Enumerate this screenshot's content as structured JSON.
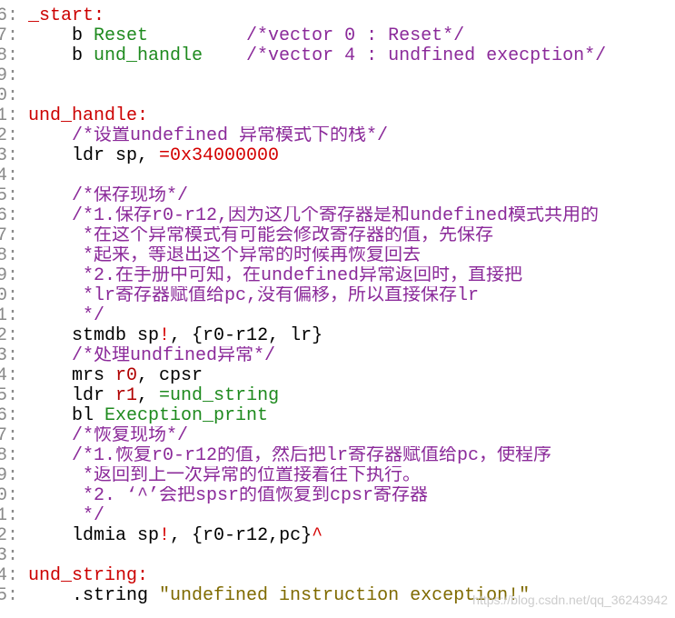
{
  "colors": {
    "plain": "#000000",
    "label": "#cc0000",
    "sym": "#1e8a1e",
    "cmt": "#8b2a9a",
    "num": "#d40000",
    "op": "#d40000",
    "reg": "#b00000",
    "str": "#7f6a00",
    "line_number": "#8a8a8a",
    "watermark": "#c4c4c4",
    "background": "#ffffff"
  },
  "editor": {
    "lines": [
      {
        "num": "6:",
        "tokens": [
          {
            "t": "_start:",
            "c": "label"
          }
        ]
      },
      {
        "num": "7:",
        "tokens": [
          {
            "t": "    b ",
            "c": "plain"
          },
          {
            "t": "Reset",
            "c": "sym"
          },
          {
            "t": "         /*vector 0 : Reset*/",
            "c": "cmt"
          }
        ]
      },
      {
        "num": "8:",
        "tokens": [
          {
            "t": "    b ",
            "c": "plain"
          },
          {
            "t": "und_handle",
            "c": "sym"
          },
          {
            "t": "    /*vector 4 : undfined execption*/",
            "c": "cmt"
          }
        ]
      },
      {
        "num": "9:",
        "tokens": []
      },
      {
        "num": "0:",
        "tokens": []
      },
      {
        "num": "1:",
        "tokens": [
          {
            "t": "und_handle:",
            "c": "label"
          }
        ]
      },
      {
        "num": "2:",
        "tokens": [
          {
            "t": "    /*设置undefined 异常模式下的栈*/",
            "c": "cmt"
          }
        ]
      },
      {
        "num": "3:",
        "tokens": [
          {
            "t": "    ldr sp, ",
            "c": "plain"
          },
          {
            "t": "=0x34000000",
            "c": "num"
          }
        ]
      },
      {
        "num": "4:",
        "tokens": []
      },
      {
        "num": "5:",
        "tokens": [
          {
            "t": "    /*保存现场*/",
            "c": "cmt"
          }
        ]
      },
      {
        "num": "6:",
        "tokens": [
          {
            "t": "    /*1.保存r0-r12,因为这几个寄存器是和undefined模式共用的",
            "c": "cmt"
          }
        ]
      },
      {
        "num": "7:",
        "tokens": [
          {
            "t": "     *在这个异常模式有可能会修改寄存器的值，先保存",
            "c": "cmt"
          }
        ]
      },
      {
        "num": "8:",
        "tokens": [
          {
            "t": "     *起来，等退出这个异常的时候再恢复回去",
            "c": "cmt"
          }
        ]
      },
      {
        "num": "9:",
        "tokens": [
          {
            "t": "     *2.在手册中可知，在undefined异常返回时，直接把",
            "c": "cmt"
          }
        ]
      },
      {
        "num": "0:",
        "tokens": [
          {
            "t": "     *lr寄存器赋值给pc,没有偏移，所以直接保存lr",
            "c": "cmt"
          }
        ]
      },
      {
        "num": "1:",
        "tokens": [
          {
            "t": "     */",
            "c": "cmt"
          }
        ]
      },
      {
        "num": "2:",
        "tokens": [
          {
            "t": "    stmdb sp",
            "c": "plain"
          },
          {
            "t": "!",
            "c": "op"
          },
          {
            "t": ", {r0-r12, lr}",
            "c": "plain"
          }
        ]
      },
      {
        "num": "3:",
        "tokens": [
          {
            "t": "    /*处理undfined异常*/",
            "c": "cmt"
          }
        ]
      },
      {
        "num": "4:",
        "tokens": [
          {
            "t": "    mrs ",
            "c": "plain"
          },
          {
            "t": "r0",
            "c": "reg"
          },
          {
            "t": ", cpsr",
            "c": "plain"
          }
        ]
      },
      {
        "num": "5:",
        "tokens": [
          {
            "t": "    ldr ",
            "c": "plain"
          },
          {
            "t": "r1",
            "c": "reg"
          },
          {
            "t": ", ",
            "c": "plain"
          },
          {
            "t": "=und_string",
            "c": "sym"
          }
        ]
      },
      {
        "num": "6:",
        "tokens": [
          {
            "t": "    bl ",
            "c": "plain"
          },
          {
            "t": "Execption_print",
            "c": "sym"
          }
        ]
      },
      {
        "num": "7:",
        "tokens": [
          {
            "t": "    /*恢复现场*/",
            "c": "cmt"
          }
        ]
      },
      {
        "num": "8:",
        "tokens": [
          {
            "t": "    /*1.恢复r0-r12的值，然后把lr寄存器赋值给pc，使程序",
            "c": "cmt"
          }
        ]
      },
      {
        "num": "9:",
        "tokens": [
          {
            "t": "     *返回到上一次异常的位置接着往下执行。",
            "c": "cmt"
          }
        ]
      },
      {
        "num": "0:",
        "tokens": [
          {
            "t": "     *2. ‘^’会把spsr的值恢复到cpsr寄存器",
            "c": "cmt"
          }
        ]
      },
      {
        "num": "1:",
        "tokens": [
          {
            "t": "     */",
            "c": "cmt"
          }
        ]
      },
      {
        "num": "2:",
        "tokens": [
          {
            "t": "    ldmia sp",
            "c": "plain"
          },
          {
            "t": "!",
            "c": "op"
          },
          {
            "t": ", {r0-r12,pc}",
            "c": "plain"
          },
          {
            "t": "^",
            "c": "op"
          }
        ]
      },
      {
        "num": "3:",
        "tokens": []
      },
      {
        "num": "4:",
        "tokens": [
          {
            "t": "und_string:",
            "c": "label"
          }
        ]
      },
      {
        "num": "5:",
        "tokens": [
          {
            "t": "    .string ",
            "c": "plain"
          },
          {
            "t": "\"undefined instruction exception!\"",
            "c": "str"
          }
        ]
      }
    ]
  },
  "watermark": "https://blog.csdn.net/qq_36243942"
}
